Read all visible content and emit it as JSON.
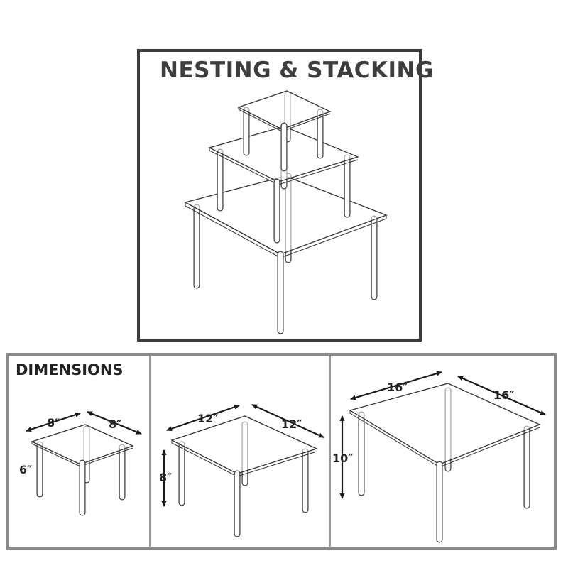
{
  "nesting_title": "NESTING & STACKING",
  "dimensions_title": "DIMENSIONS",
  "small_table": {
    "width_label": "8″",
    "depth_label": "8″",
    "height_label": "6″"
  },
  "medium_table": {
    "width_label": "12″",
    "depth_label": "12″",
    "height_label": "8″"
  },
  "large_table": {
    "width_label": "16″",
    "depth_label": "16″",
    "height_label": "10″"
  }
}
